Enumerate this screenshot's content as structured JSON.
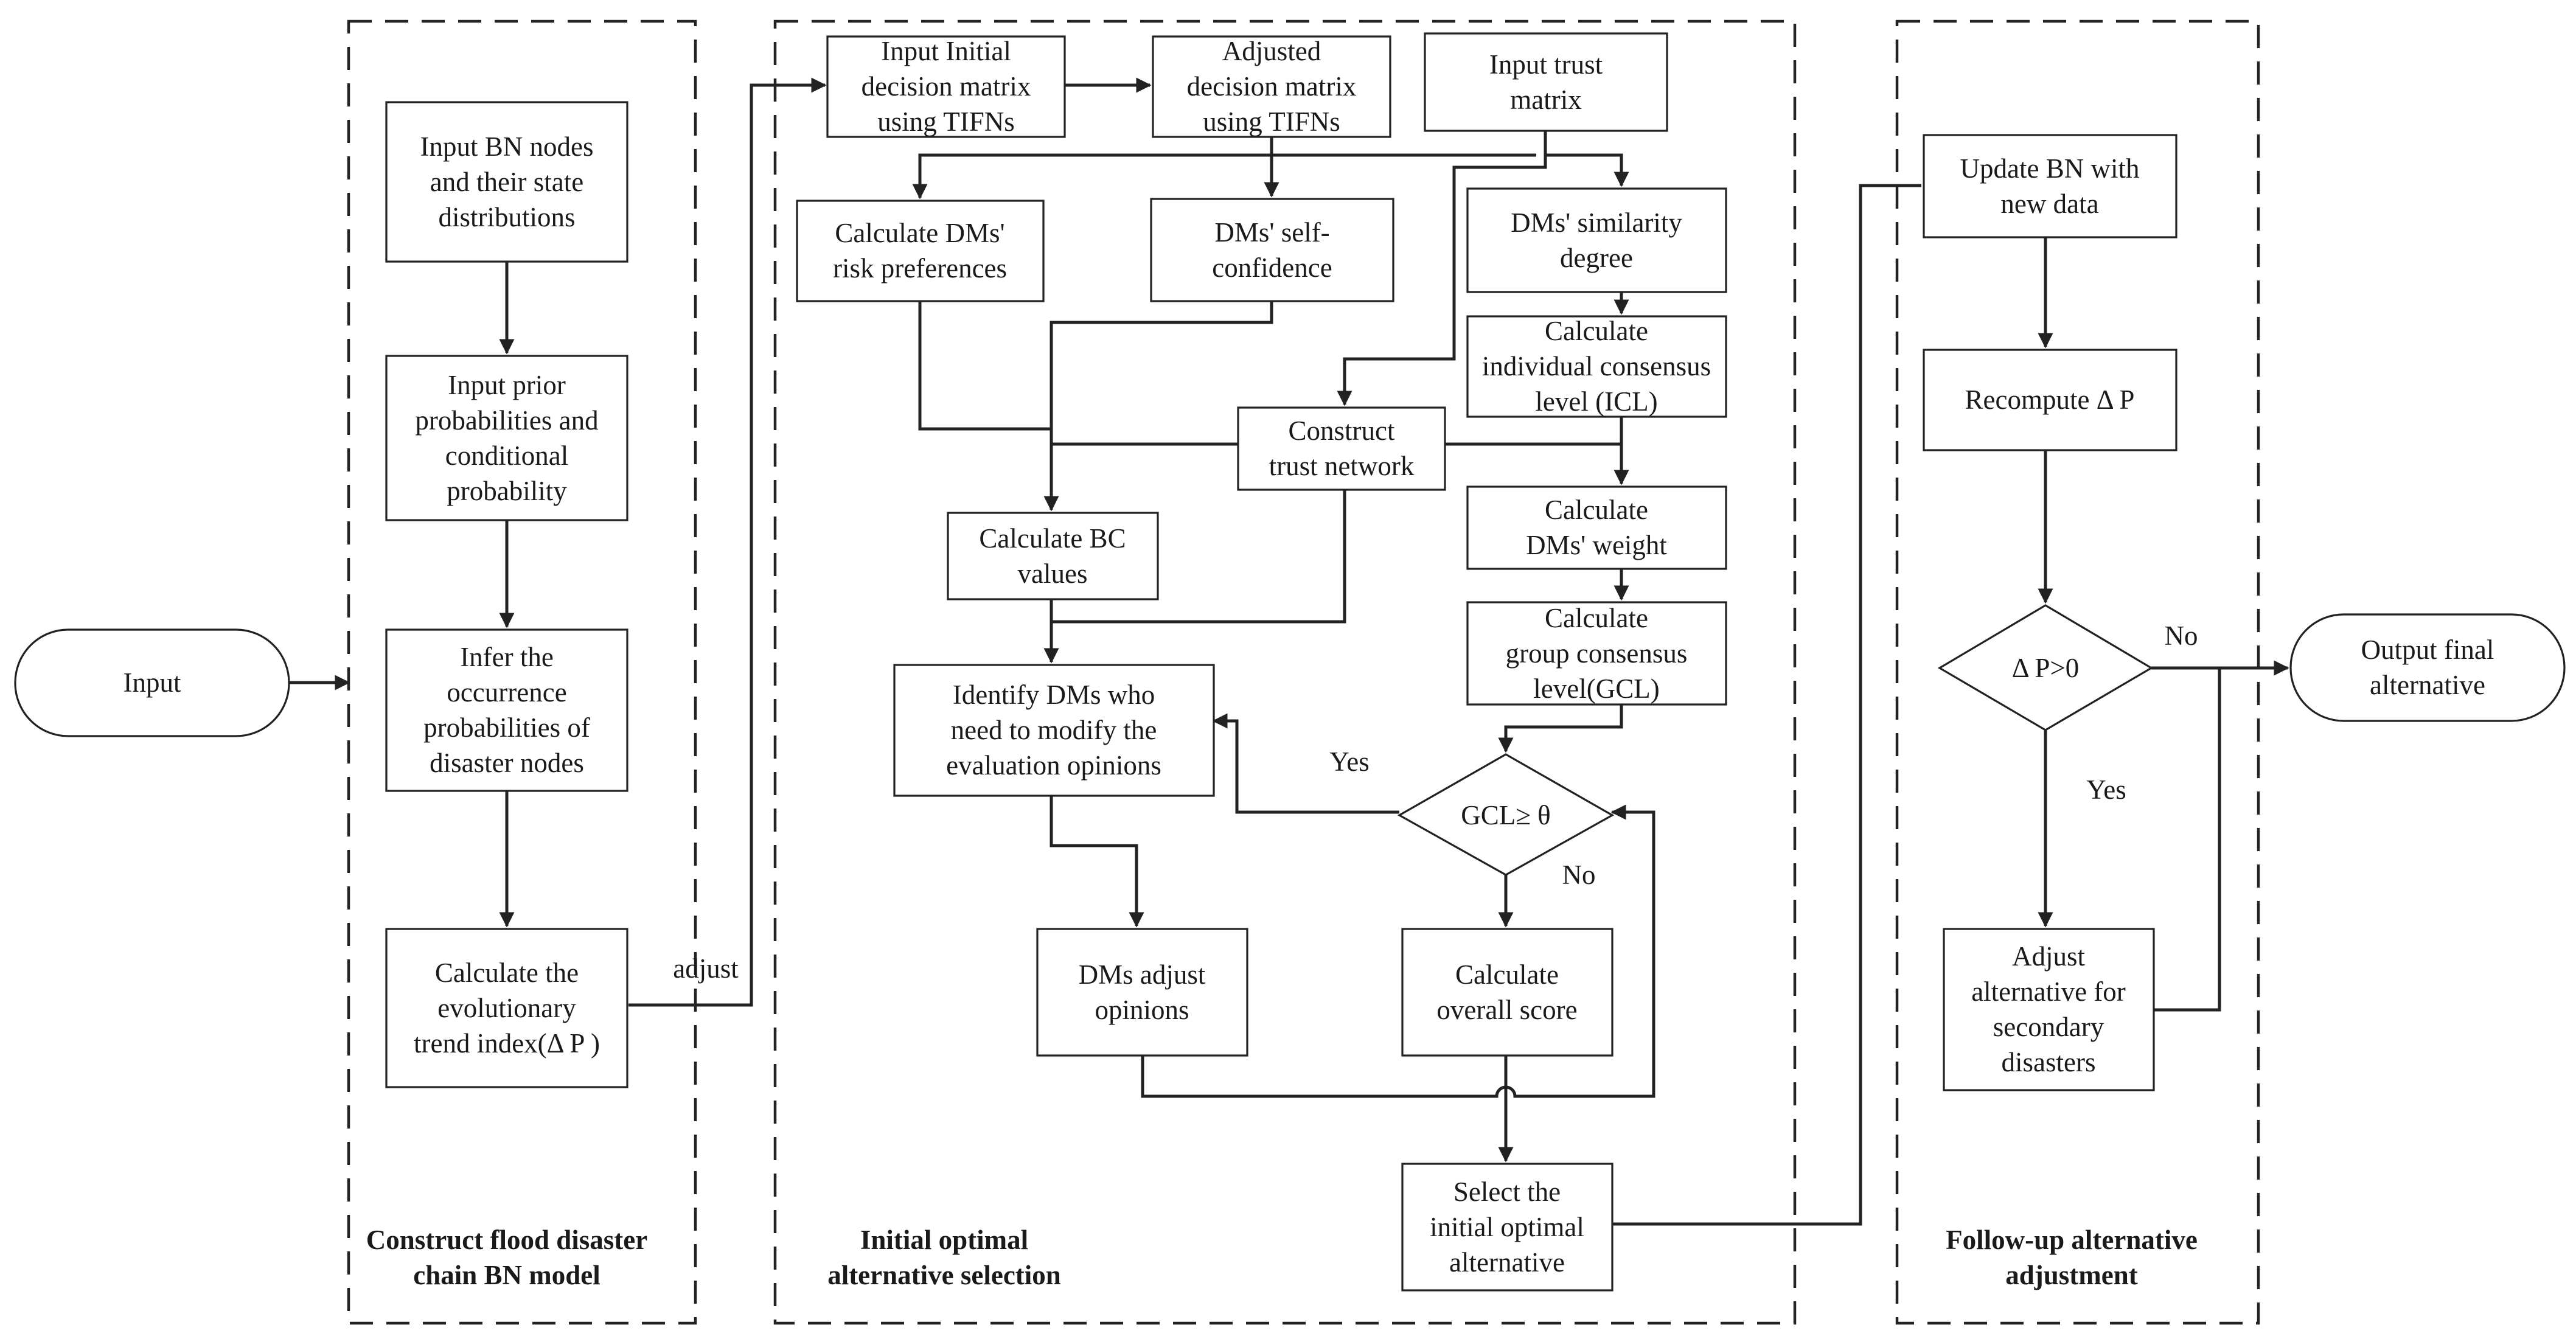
{
  "sections": {
    "bn_model": "Construct flood disaster\nchain BN model",
    "initial": "Initial optimal\nalternative selection",
    "followup": "Follow-up alternative\nadjustment"
  },
  "terminals": {
    "input": "Input",
    "output": "Output final\nalternative"
  },
  "bn": {
    "b1": "Input BN nodes\nand their state\ndistributions",
    "b2": "Input prior\nprobabilities and\nconditional\nprobability",
    "b3": "Infer the\noccurrence\nprobabilities of\ndisaster nodes",
    "b4": "Calculate the\nevolutionary\ntrend index(Δ P )"
  },
  "initial": {
    "init_matrix": "Input Initial\ndecision matrix\nusing TIFNs",
    "adj_matrix": "Adjusted\ndecision matrix\nusing TIFNs",
    "trust_matrix": "Input trust\nmatrix",
    "risk_pref": "Calculate DMs'\nrisk preferences",
    "self_conf": "DMs' self-\nconfidence",
    "similarity": "DMs' similarity\ndegree",
    "icl": "Calculate\nindividual consensus\nlevel (ICL)",
    "trust_net": "Construct\ntrust network",
    "dm_weight": "Calculate\nDMs' weight",
    "bc_values": "Calculate BC\nvalues",
    "gcl": "Calculate\ngroup consensus\nlevel(GCL)",
    "identify": "Identify  DMs who\nneed to modify the\nevaluation opinions",
    "decision": "GCL≥ θ",
    "dm_adjust": "DMs adjust\nopinions",
    "overall": "Calculate\noverall score",
    "select": "Select the\ninitial optimal\nalternative"
  },
  "followup": {
    "update": "Update BN with\nnew data",
    "recompute": "Recompute Δ P",
    "decision": "Δ P>0",
    "adjust_alt": "Adjust\nalternative for\nsecondary\ndisasters"
  },
  "edge_labels": {
    "adjust": "adjust",
    "yes1": "Yes",
    "no1": "No",
    "yes2": "Yes",
    "no2": "No"
  }
}
